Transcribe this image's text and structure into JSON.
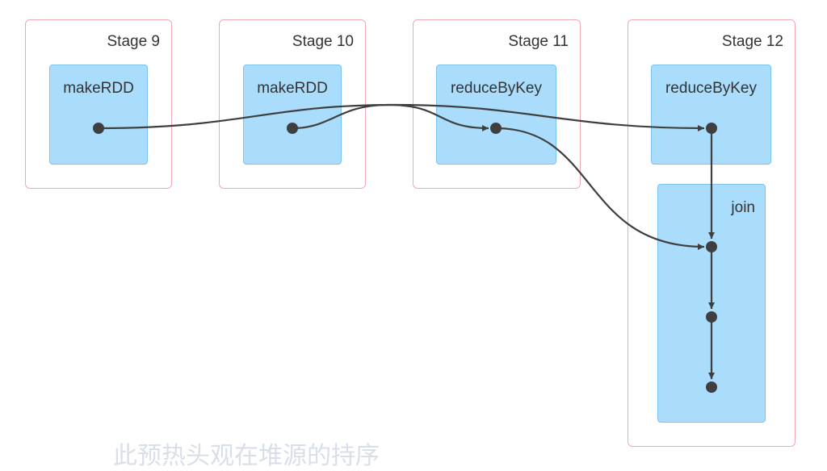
{
  "stages": [
    {
      "title": "Stage 9"
    },
    {
      "title": "Stage 10"
    },
    {
      "title": "Stage 11"
    },
    {
      "title": "Stage 12"
    }
  ],
  "operations": [
    {
      "label": "makeRDD"
    },
    {
      "label": "makeRDD"
    },
    {
      "label": "reduceByKey"
    },
    {
      "label": "reduceByKey"
    },
    {
      "label": "join"
    }
  ],
  "caption": "此预热头观在堆源的持序",
  "colors": {
    "stage_border": "#f0a8b4",
    "op_fill": "#aadcfb",
    "op_border": "#7cc3f2",
    "edge": "#3f3f3f"
  }
}
